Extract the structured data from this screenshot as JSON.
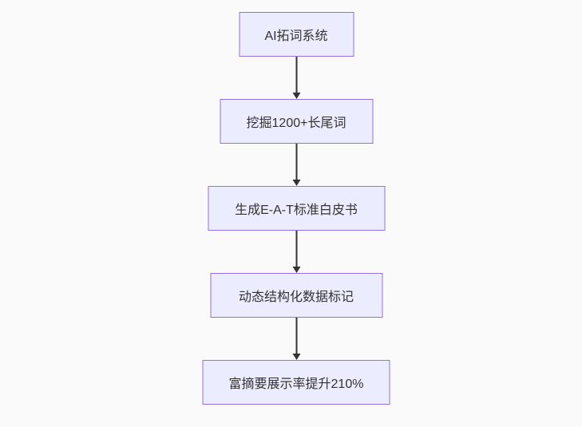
{
  "flowchart": {
    "type": "flowchart",
    "direction": "top-down",
    "nodes": [
      {
        "id": "A",
        "label": "AI拓词系统"
      },
      {
        "id": "B",
        "label": "挖掘1200+长尾词"
      },
      {
        "id": "C",
        "label": "生成E-A-T标准白皮书"
      },
      {
        "id": "D",
        "label": "动态结构化数据标记"
      },
      {
        "id": "E",
        "label": "富摘要展示率提升210%"
      }
    ],
    "edges": [
      {
        "from": "A",
        "to": "B"
      },
      {
        "from": "B",
        "to": "C"
      },
      {
        "from": "C",
        "to": "D"
      },
      {
        "from": "D",
        "to": "E"
      }
    ],
    "colors": {
      "node_fill": "#ececff",
      "node_border": "#9370db",
      "arrow": "#333333",
      "text": "#333333",
      "background": "#fafafa"
    }
  }
}
